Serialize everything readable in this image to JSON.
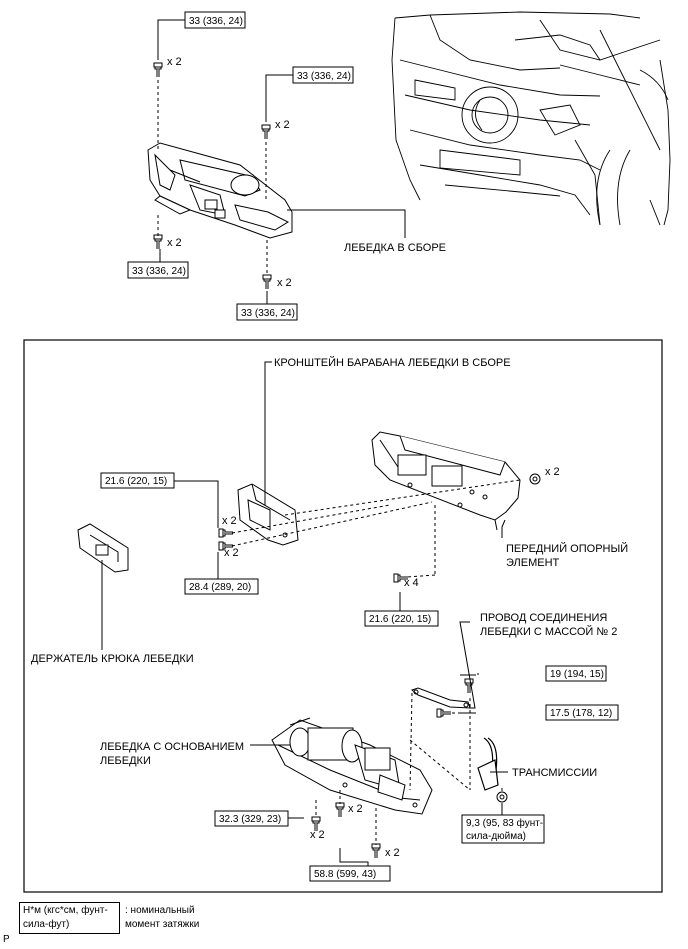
{
  "top": {
    "torques": [
      "33 (336, 24)",
      "33 (336, 24)",
      "33 (336, 24)",
      "33 (336, 24)"
    ],
    "qty": [
      "x 2",
      "x 2",
      "x 2",
      "x 2"
    ],
    "assembly_label": "ЛЕБЕДКА В СБОРЕ"
  },
  "detail": {
    "bracket_label": "КРОНШТЕЙН БАРАБАНА ЛЕБЕДКИ В СБОРЕ",
    "front_member_label": [
      "ПЕРЕДНИЙ ОПОРНЫЙ",
      "ЭЛЕМЕНТ"
    ],
    "hook_holder_label": "ДЕРЖАТЕЛЬ КРЮКА ЛЕБЕДКИ",
    "ground_wire_label": [
      "ПРОВОД СОЕДИНЕНИЯ",
      "ЛЕБЕДКИ С МАССОЙ № 2"
    ],
    "winch_base_label": [
      "ЛЕБЕДКА С ОСНОВАНИЕМ",
      "ЛЕБЕДКИ"
    ],
    "transmission_label": "ТРАНСМИССИИ",
    "torques": {
      "t1": "21.6 (220, 15)",
      "t2": "28.4 (289, 20)",
      "t3": "21.6 (220, 15)",
      "t4": "19 (194, 15)",
      "t5": "17.5 (178, 12)",
      "t6": "32.3 (329, 23)",
      "t7": "58.8 (599, 43)",
      "t8a": "9,3 (95, 83 фунт-",
      "t8b": "сила-дюйма)"
    },
    "qty": {
      "q1": "x 2",
      "q2": "x 2",
      "q3": "x 2",
      "q4": "x 4",
      "q5": "x 2",
      "q6": "x 2",
      "q7": "x 2"
    }
  },
  "legend": {
    "box_line1": "Н*м (кгс*см, фунт-",
    "box_line2": "сила-фут)",
    "text_line1": ": номинальный",
    "text_line2": "момент затяжки"
  },
  "corner_mark": "P"
}
